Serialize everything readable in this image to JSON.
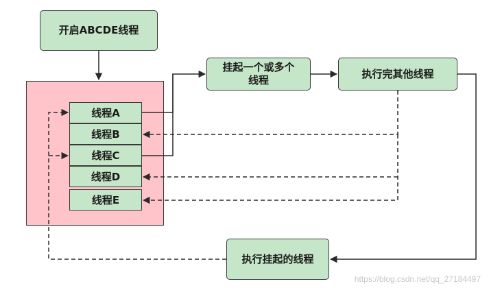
{
  "nodes": {
    "start": "开启ABCDE线程",
    "suspend": "挂起一个或多个\n线程",
    "run_others": "执行完其他线程",
    "run_suspended": "执行挂起的线程"
  },
  "threads": [
    "线程A",
    "线程B",
    "线程C",
    "线程D",
    "线程E"
  ],
  "colors": {
    "node_fill": "#c5e6c8",
    "container_fill": "#ffc4c9",
    "stroke": "#3a3a3a"
  },
  "watermark": "https://blog.csdn.net/qq_27184497"
}
